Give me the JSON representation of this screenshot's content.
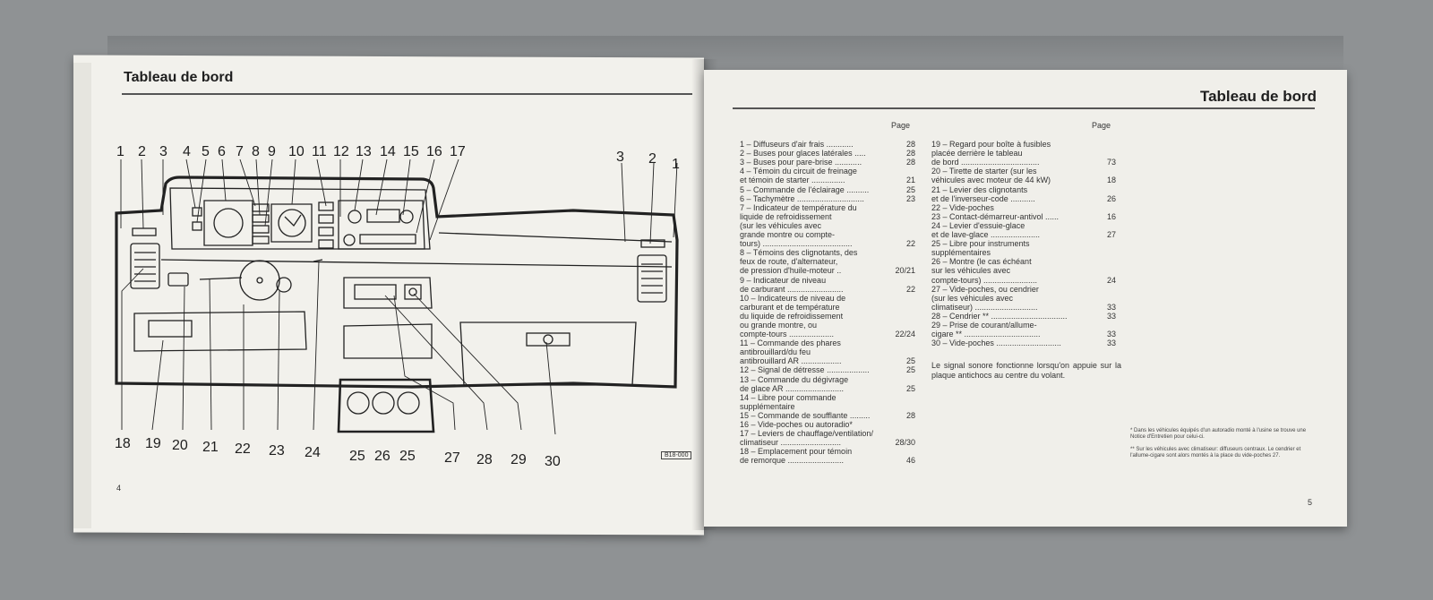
{
  "left_page": {
    "title": "Tableau de bord",
    "page_number": "4",
    "diagram_code": "B18-000",
    "top_callouts": [
      "1",
      "2",
      "3",
      "4",
      "5",
      "6",
      "7",
      "8",
      "9",
      "10",
      "11",
      "12",
      "13",
      "14",
      "15",
      "16",
      "17"
    ],
    "top_right_callouts": [
      "3",
      "2",
      "1"
    ],
    "bottom_callouts": [
      "18",
      "19",
      "20",
      "21",
      "22",
      "23",
      "24",
      "25",
      "26",
      "25",
      "27",
      "28",
      "29",
      "30"
    ]
  },
  "right_page": {
    "title": "Tableau de bord",
    "page_number": "5",
    "page_header": "Page",
    "col1": [
      {
        "t": "1 – Diffuseurs d'air frais ............",
        "p": "28"
      },
      {
        "t": "2 – Buses pour glaces latérales .....",
        "p": "28"
      },
      {
        "t": "3 – Buses pour pare-brise ............",
        "p": "28"
      },
      {
        "t": "4 – Témoin du circuit de freinage",
        "p": ""
      },
      {
        "t": "      et témoin de starter ...............",
        "p": "21"
      },
      {
        "t": "5 – Commande de l'éclairage ..........",
        "p": "25"
      },
      {
        "t": "6 – Tachymètre ..............................",
        "p": "23"
      },
      {
        "t": "7 – Indicateur de température du",
        "p": ""
      },
      {
        "t": "      liquide de refroidissement",
        "p": ""
      },
      {
        "t": "      (sur les véhicules avec",
        "p": ""
      },
      {
        "t": "      grande montre ou compte-",
        "p": ""
      },
      {
        "t": "      tours) ........................................",
        "p": "22"
      },
      {
        "t": "8 – Témoins des clignotants, des",
        "p": ""
      },
      {
        "t": "      feux de route, d'alternateur,",
        "p": ""
      },
      {
        "t": "      de pression d'huile-moteur ..",
        "p": "20/21"
      },
      {
        "t": "9 – Indicateur de niveau",
        "p": ""
      },
      {
        "t": "      de carburant .........................",
        "p": "22"
      },
      {
        "t": "10 – Indicateurs de niveau de",
        "p": ""
      },
      {
        "t": "      carburant et de température",
        "p": ""
      },
      {
        "t": "      du liquide de refroidissement",
        "p": ""
      },
      {
        "t": "      ou grande montre, ou",
        "p": ""
      },
      {
        "t": "      compte-tours ....................",
        "p": "22/24"
      },
      {
        "t": "11 – Commande des phares",
        "p": ""
      },
      {
        "t": "      antibrouillard/du feu",
        "p": ""
      },
      {
        "t": "      antibrouillard AR ..................",
        "p": "25"
      },
      {
        "t": "12 – Signal de détresse ...................",
        "p": "25"
      },
      {
        "t": "13 – Commande du dégivrage",
        "p": ""
      },
      {
        "t": "      de glace AR ..........................",
        "p": "25"
      },
      {
        "t": "14 – Libre pour commande",
        "p": ""
      },
      {
        "t": "      supplémentaire",
        "p": ""
      },
      {
        "t": "15 – Commande de soufflante .........",
        "p": "28"
      },
      {
        "t": "16 – Vide-poches ou autoradio*",
        "p": ""
      },
      {
        "t": "17 – Leviers de chauffage/ventilation/",
        "p": ""
      },
      {
        "t": "      climatiseur ...........................",
        "p": "28/30"
      },
      {
        "t": "18 – Emplacement pour témoin",
        "p": ""
      },
      {
        "t": "      de remorque .........................",
        "p": "46"
      }
    ],
    "col2": [
      {
        "t": "19 – Regard pour boîte à fusibles",
        "p": ""
      },
      {
        "t": "      placée derrière le tableau",
        "p": ""
      },
      {
        "t": "      de bord ...................................",
        "p": "73"
      },
      {
        "t": "20 – Tirette de starter (sur les",
        "p": ""
      },
      {
        "t": "      véhicules avec moteur de 44 kW)",
        "p": "18"
      },
      {
        "t": "21 – Levier des clignotants",
        "p": ""
      },
      {
        "t": "      et de l'inverseur-code ...........",
        "p": "26"
      },
      {
        "t": "22 – Vide-poches",
        "p": ""
      },
      {
        "t": "23 – Contact-démarreur-antivol ......",
        "p": "16"
      },
      {
        "t": "24 – Levier d'essuie-glace",
        "p": ""
      },
      {
        "t": "      et de lave-glace ......................",
        "p": "27"
      },
      {
        "t": "25 – Libre pour instruments",
        "p": ""
      },
      {
        "t": "      supplémentaires",
        "p": ""
      },
      {
        "t": "26 – Montre (le cas échéant",
        "p": ""
      },
      {
        "t": "      sur les véhicules avec",
        "p": ""
      },
      {
        "t": "      compte-tours) ........................",
        "p": "24"
      },
      {
        "t": "27 – Vide-poches, ou cendrier",
        "p": ""
      },
      {
        "t": "      (sur les véhicules avec",
        "p": ""
      },
      {
        "t": "      climatiseur) ............................",
        "p": "33"
      },
      {
        "t": "28 – Cendrier ** ..................................",
        "p": "33"
      },
      {
        "t": "29 – Prise de courant/allume-",
        "p": ""
      },
      {
        "t": "      cigare ** ..................................",
        "p": "33"
      },
      {
        "t": "30 – Vide-poches .............................",
        "p": "33"
      }
    ],
    "note": "Le signal sonore fonctionne lorsqu'on appuie sur la plaque antichocs au centre du volant.",
    "footnote1": "*   Dans les véhicules équipés d'un autoradio monté à l'usine se trouve une Notice d'Entretien pour celui-ci.",
    "footnote2": "**  Sur les véhicules avec climatiseur: diffuseurs centraux. Le cendrier et l'allume-cigare sont alors montés à la place du vide-poches 27."
  }
}
